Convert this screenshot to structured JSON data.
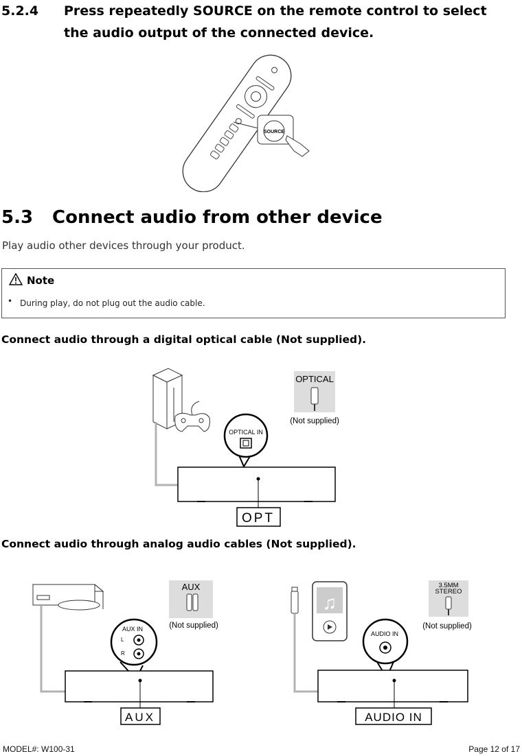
{
  "section_524": {
    "number": "5.2.4",
    "text": "Press repeatedly SOURCE on the remote control to select the audio output of the connected device."
  },
  "remote": {
    "source_label": "SOURCE"
  },
  "section_53": {
    "number": "5.3",
    "title": "Connect audio from other device"
  },
  "intro": "Play audio other devices through your product.",
  "note": {
    "title": "Note",
    "bullet": "•",
    "text": "During play, do not plug out the audio cable."
  },
  "optical": {
    "heading": "Connect audio through a digital optical cable (Not supplied).",
    "cable_label": "OPTICAL",
    "not_supplied": "(Not supplied)",
    "port_label": "OPTICAL IN",
    "display": "OPT"
  },
  "analog": {
    "heading": "Connect audio through analog audio cables (Not supplied).",
    "aux": {
      "cable_label": "AUX",
      "not_supplied": "(Not supplied)",
      "port_label": "AUX IN",
      "left": "L",
      "right": "R",
      "display": "AUX"
    },
    "audio_in": {
      "cable_label_1": "3.5MM",
      "cable_label_2": "STEREO",
      "not_supplied": "(Not supplied)",
      "port_label": "AUDIO IN",
      "display": "AUDIO IN"
    }
  },
  "footer": {
    "model": "MODEL#: W100-31",
    "page": "Page 12 of 17"
  }
}
